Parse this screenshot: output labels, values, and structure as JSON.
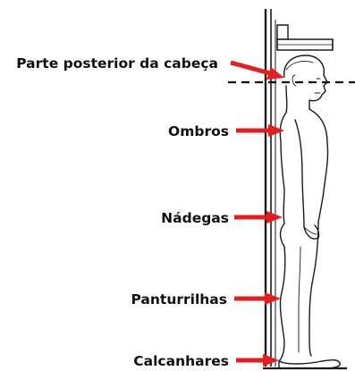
{
  "labels": {
    "back_of_head": "Parte posterior da cabeça",
    "shoulders": "Ombros",
    "buttocks": "Nádegas",
    "calves": "Panturrilhas",
    "heels": "Calcanhares"
  },
  "colors": {
    "arrow": "#e41e1e",
    "text": "#111111",
    "line": "#1a1a1a"
  }
}
